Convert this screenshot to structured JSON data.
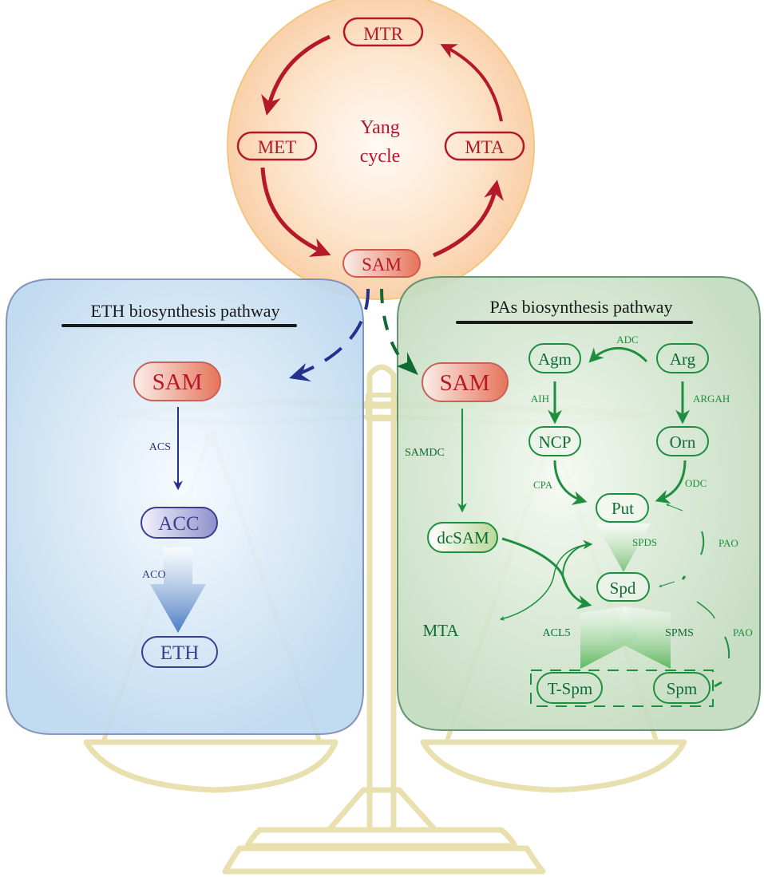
{
  "yang_cycle": {
    "title_line1": "Yang",
    "title_line2": "cycle",
    "nodes": {
      "mtr": "MTR",
      "met": "MET",
      "mta": "MTA",
      "sam": "SAM"
    }
  },
  "eth_panel": {
    "title": "ETH biosynthesis pathway",
    "nodes": {
      "sam": "SAM",
      "acc": "ACC",
      "eth": "ETH"
    },
    "enzymes": {
      "acs": "ACS",
      "aco": "ACO"
    }
  },
  "pas_panel": {
    "title": "PAs biosynthesis pathway",
    "nodes": {
      "sam": "SAM",
      "agm": "Agm",
      "arg": "Arg",
      "ncp": "NCP",
      "orn": "Orn",
      "put": "Put",
      "dcsam": "dcSAM",
      "spd": "Spd",
      "mta": "MTA",
      "tspm": "T-Spm",
      "spm": "Spm"
    },
    "enzymes": {
      "adc": "ADC",
      "aih": "AIH",
      "argah": "ARGAH",
      "samdc": "SAMDC",
      "cpa": "CPA",
      "odc": "ODC",
      "spds": "SPDS",
      "pao1": "PAO",
      "pao2": "PAO",
      "acl5": "ACL5",
      "spms": "SPMS"
    }
  },
  "colors": {
    "yang_red": "#b5182b",
    "eth_blue": "#25318f",
    "pas_green": "#1e8f3e",
    "pas_dark_green": "#0f6b34",
    "scale_beige": "#e9e0b0",
    "eth_panel_fill": "#c2dcf0",
    "pas_panel_fill": "#c9dfc4",
    "cycle_fill": "#fbd6b2"
  }
}
